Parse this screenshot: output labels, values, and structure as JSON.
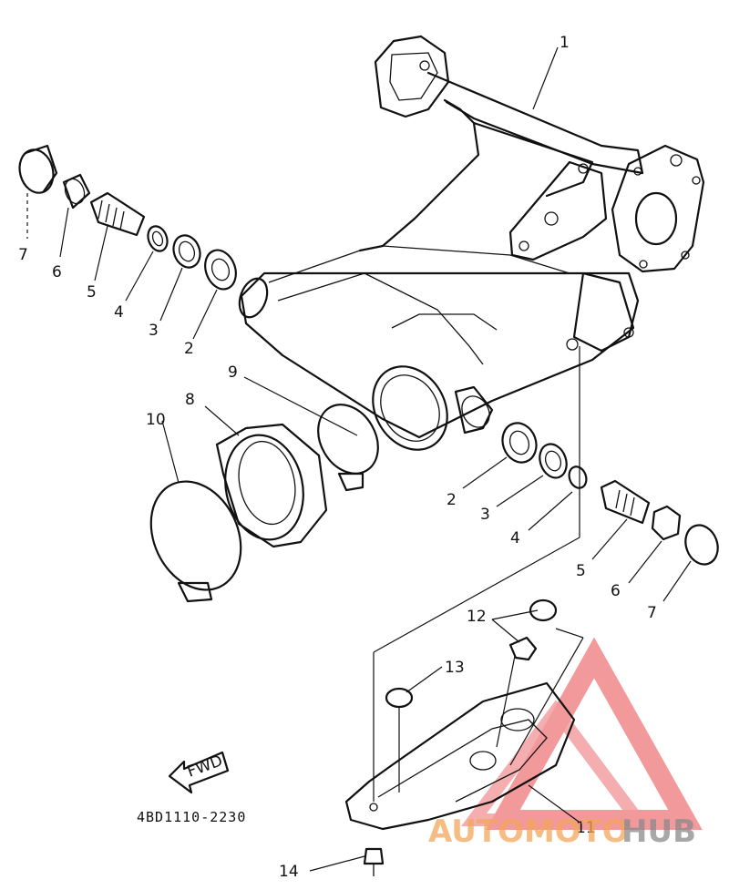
{
  "drawing_code": "4BD1110-2230",
  "fwd_label": "FWD",
  "callouts": [
    {
      "id": "c1",
      "text": "1"
    },
    {
      "id": "c2a",
      "text": "2"
    },
    {
      "id": "c3a",
      "text": "3"
    },
    {
      "id": "c4a",
      "text": "4"
    },
    {
      "id": "c5a",
      "text": "5"
    },
    {
      "id": "c6a",
      "text": "6"
    },
    {
      "id": "c7a",
      "text": "7"
    },
    {
      "id": "c8",
      "text": "8"
    },
    {
      "id": "c9",
      "text": "9"
    },
    {
      "id": "c10",
      "text": "10"
    },
    {
      "id": "c2b",
      "text": "2"
    },
    {
      "id": "c3b",
      "text": "3"
    },
    {
      "id": "c4b",
      "text": "4"
    },
    {
      "id": "c5b",
      "text": "5"
    },
    {
      "id": "c6b",
      "text": "6"
    },
    {
      "id": "c7b",
      "text": "7"
    },
    {
      "id": "c11",
      "text": "11"
    },
    {
      "id": "c12",
      "text": "12"
    },
    {
      "id": "c13",
      "text": "13"
    },
    {
      "id": "c14",
      "text": "14"
    }
  ],
  "watermark": {
    "text_part1": "AUTOMOTO",
    "text_part2": "HUB",
    "color_red": "#e8474a",
    "color_orange": "#f2a65a",
    "color_gray": "#8a8a8a"
  }
}
